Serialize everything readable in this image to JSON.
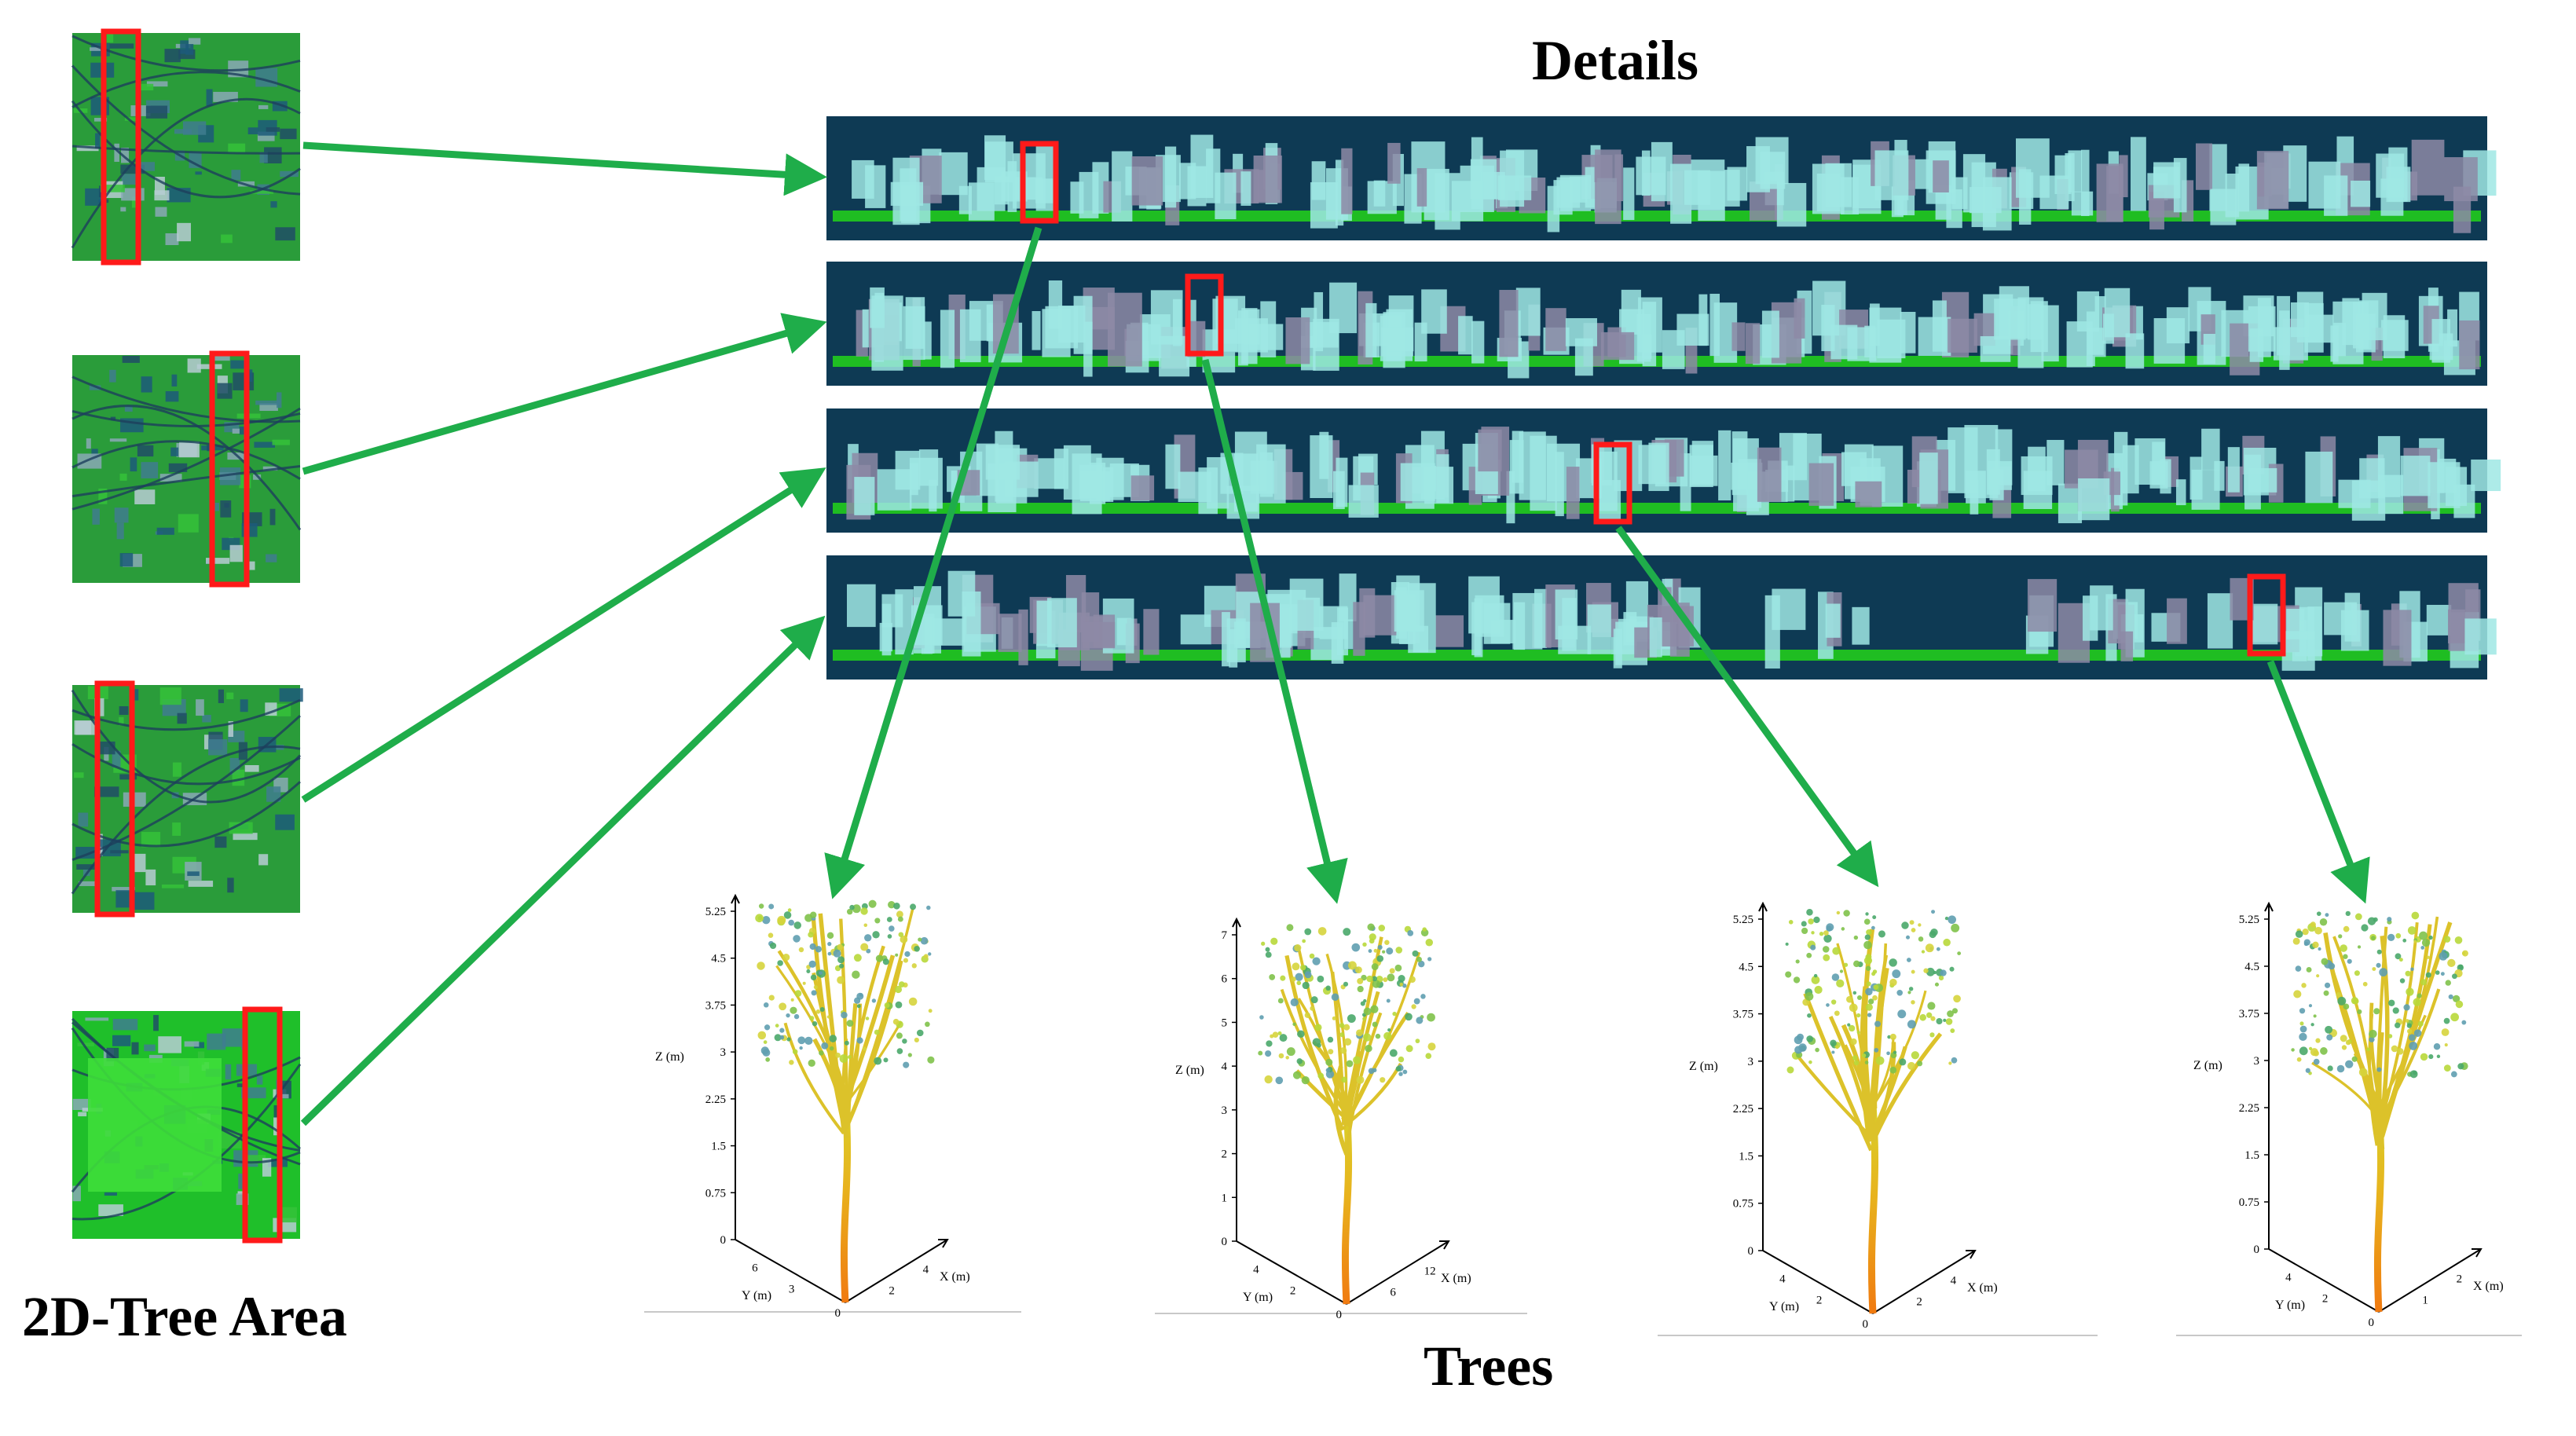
{
  "titles": {
    "details": "Details",
    "area": "2D-Tree Area",
    "trees": "Trees"
  },
  "colors": {
    "arrow": "#1fad4a",
    "highlight": "#ff1a1a",
    "strip_background": "#0e3a54",
    "canopy": "#9fe8e4",
    "ground": "#22d51a",
    "trunk_base": "#f07a10",
    "trunk_top": "#e4c322",
    "crown": "#7fc24a"
  },
  "trees": [
    {
      "z_label": "Z (m)",
      "x_label": "X (m)",
      "y_label": "Y (m)",
      "z_ticks": [
        "0",
        "0.75",
        "1.5",
        "2.25",
        "3",
        "3.75",
        "4.5",
        "5.25"
      ],
      "x_ticks": [
        "2",
        "4"
      ],
      "y_ticks": [
        "3",
        "6"
      ],
      "origin": "0"
    },
    {
      "z_label": "Z (m)",
      "x_label": "X (m)",
      "y_label": "Y (m)",
      "z_ticks": [
        "0",
        "1",
        "2",
        "3",
        "4",
        "5",
        "6",
        "7"
      ],
      "x_ticks": [
        "6",
        "12"
      ],
      "y_ticks": [
        "2",
        "4"
      ],
      "origin": "0"
    },
    {
      "z_label": "Z (m)",
      "x_label": "X (m)",
      "y_label": "Y (m)",
      "z_ticks": [
        "0",
        "0.75",
        "1.5",
        "2.25",
        "3",
        "3.75",
        "4.5",
        "5.25"
      ],
      "x_ticks": [
        "2",
        "4"
      ],
      "y_ticks": [
        "2",
        "4"
      ],
      "origin": "0"
    },
    {
      "z_label": "Z (m)",
      "x_label": "X (m)",
      "y_label": "Y (m)",
      "z_ticks": [
        "0",
        "0.75",
        "1.5",
        "2.25",
        "3",
        "3.75",
        "4.5",
        "5.25"
      ],
      "x_ticks": [
        "1",
        "2"
      ],
      "y_ticks": [
        "2",
        "4"
      ],
      "origin": "0"
    }
  ]
}
